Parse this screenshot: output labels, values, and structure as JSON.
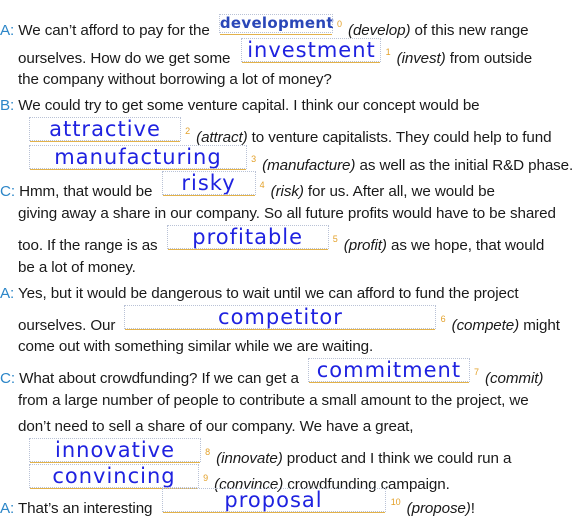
{
  "speakers": {
    "a": "A:",
    "b": "B:",
    "c": "C:"
  },
  "blanks": [
    {
      "num": "0",
      "answer": "development",
      "hint": "(develop)"
    },
    {
      "num": "1",
      "answer": "investment",
      "hint": "(invest)"
    },
    {
      "num": "2",
      "answer": "attractive",
      "hint": "(attract)"
    },
    {
      "num": "3",
      "answer": "manufacturing",
      "hint": "(manufacture)"
    },
    {
      "num": "4",
      "answer": "risky",
      "hint": "(risk)"
    },
    {
      "num": "5",
      "answer": "profitable",
      "hint": "(profit)"
    },
    {
      "num": "6",
      "answer": "competitor",
      "hint": "(compete)"
    },
    {
      "num": "7",
      "answer": "commitment",
      "hint": "(commit)"
    },
    {
      "num": "8",
      "answer": "innovative",
      "hint": "(innovate)"
    },
    {
      "num": "9",
      "answer": "convincing",
      "hint": "(convince)"
    },
    {
      "num": "10",
      "answer": "proposal",
      "hint": "(propose)"
    }
  ],
  "text": {
    "p1_l1a": " We can’t afford to pay for the",
    "p1_l1b": " of this new range",
    "p1_l2a": "ourselves. How do we get some",
    "p1_l2b": " from outside",
    "p1_l3": "the company without borrowing a lot of money?",
    "p2_l1": " We could try to get some venture capital. I think our concept would be",
    "p2_l2b": " to venture capitalists. They could help to fund",
    "p2_l3b": " as well as the initial R&D phase.",
    "p3_l1a": " Hmm, that would be",
    "p3_l1b": " for us. After all, we would be",
    "p3_l2": "giving away a share in our company. So all future profits would have to be shared",
    "p3_l3a": "too. If the range is as",
    "p3_l3b": " as we hope, that would",
    "p3_l4": "be a lot of money.",
    "p4_l1": " Yes, but it would be dangerous to wait until we can afford to fund the project",
    "p4_l2a": "ourselves. Our",
    "p4_l2b": " might",
    "p4_l3": "come out with something similar while we are waiting.",
    "p5_l1a": " What about crowdfunding? If we can get a",
    "p5_l2": "from a large number of people to contribute a small amount to the project, we",
    "p5_l3": "don’t need to sell a share of our company. We have a great,",
    "p5_l4b": " product and I think we could run a",
    "p5_l5b": " crowdfunding campaign.",
    "p6_l1a": " That’s an interesting",
    "p6_l1b": "!"
  }
}
